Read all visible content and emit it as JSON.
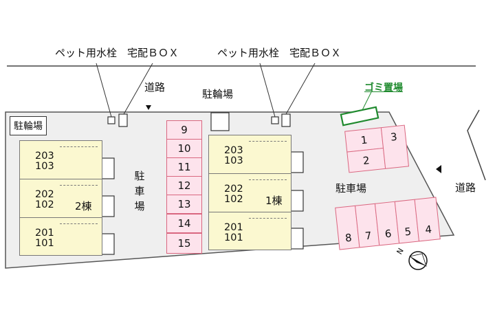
{
  "top_labels": {
    "left": "ペット用水栓　宅配ＢＯＸ",
    "right": "ペット用水栓　宅配ＢＯＸ"
  },
  "road_top": "道路",
  "road_right": "道路",
  "bike_parking_top": "駐輪場",
  "bike_parking_box": "駐輪場",
  "parking_vertical": "駐車場",
  "parking_right": "駐車場",
  "garbage_label": "ゴミ置場",
  "building2": {
    "name": "2棟",
    "rows": [
      {
        "upper": "203",
        "lower": "103"
      },
      {
        "upper": "202",
        "lower": "102"
      },
      {
        "upper": "201",
        "lower": "101"
      }
    ]
  },
  "building1": {
    "name": "1棟",
    "rows": [
      {
        "upper": "203",
        "lower": "103"
      },
      {
        "upper": "202",
        "lower": "102"
      },
      {
        "upper": "201",
        "lower": "101"
      }
    ]
  },
  "stalls_column": [
    "9",
    "10",
    "11",
    "12",
    "13",
    "14",
    "15"
  ],
  "stalls_top_right": [
    "1",
    "2",
    "3"
  ],
  "stalls_bottom_row": [
    "8",
    "7",
    "6",
    "5",
    "4"
  ],
  "compass_letter": "N",
  "colors": {
    "stall_fill": "#fde3ec",
    "stall_border": "#d9667f",
    "building_fill": "#fbf8d0",
    "lot_fill": "#efefef",
    "garbage_green": "#1f8a2e"
  }
}
